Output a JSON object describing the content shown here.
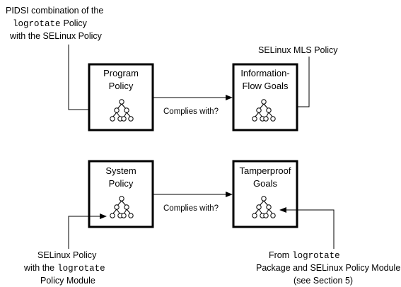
{
  "top_annotation": {
    "line1": "PIDSI combination of the",
    "line2_code": "logrotate",
    "line2_rest": "Policy",
    "line3": "with the SELinux Policy"
  },
  "mls_annotation": "SELinux MLS Policy",
  "boxes": {
    "program_policy": {
      "line1": "Program",
      "line2": "Policy"
    },
    "info_flow_goals": {
      "line1": "Information-",
      "line2": "Flow Goals"
    },
    "system_policy": {
      "line1": "System",
      "line2": "Policy"
    },
    "tamperproof_goals": {
      "line1": "Tamperproof",
      "line2": "Goals"
    }
  },
  "edges": {
    "top_label": "Complies with?",
    "bottom_label": "Complies with?"
  },
  "bottom_left_annotation": {
    "line1": "SELinux Policy",
    "line2_pre": "with the",
    "line2_code": "logrotate",
    "line3": "Policy Module"
  },
  "bottom_right_annotation": {
    "line1_pre": "From",
    "line1_code": "logrotate",
    "line2": "Package and SELinux Policy Module",
    "line3": "(see Section 5)"
  }
}
